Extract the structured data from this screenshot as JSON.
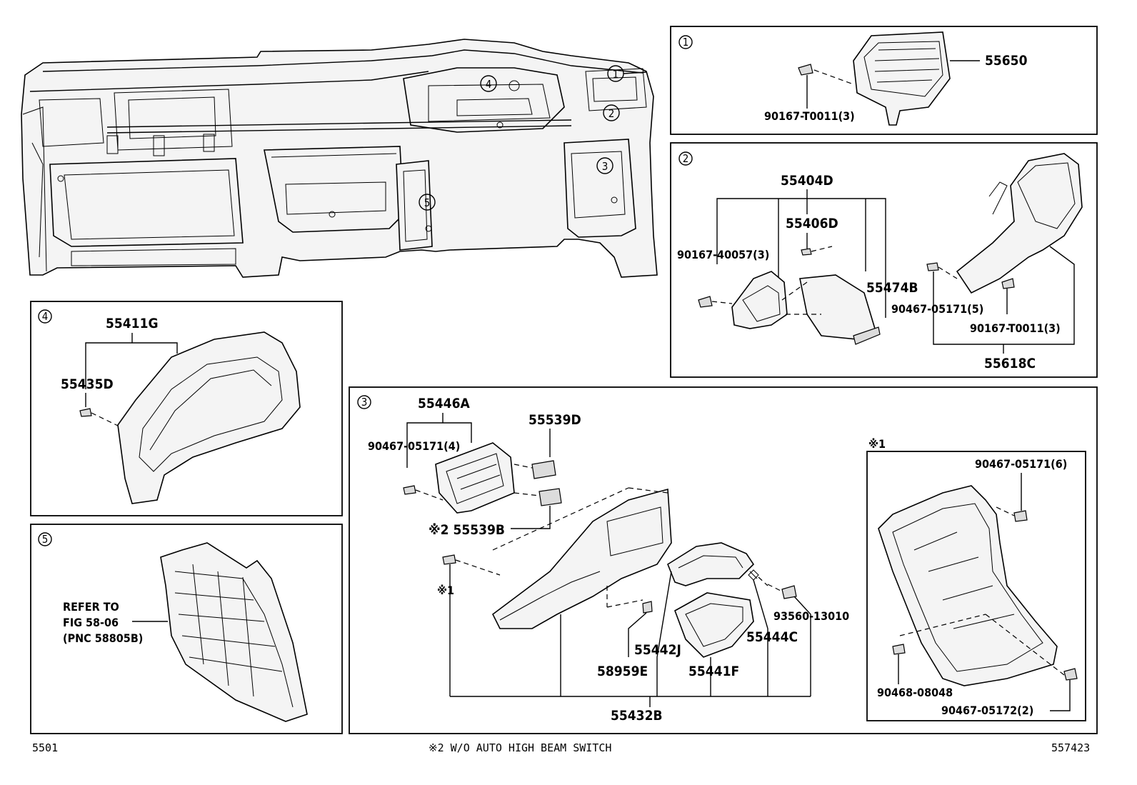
{
  "footer": {
    "left_code": "5501",
    "note": "※2 W/O AUTO HIGH BEAM SWITCH",
    "right_code": "557423"
  },
  "main_assembly": {
    "callouts": [
      "①",
      "②",
      "③",
      "④",
      "⑤"
    ]
  },
  "panels": {
    "p1": {
      "marker": "①",
      "labels": [
        "55650",
        "90167-T0011(3)"
      ]
    },
    "p2": {
      "marker": "②",
      "labels": [
        "55404D",
        "55406D",
        "90167-40057(3)",
        "55474B",
        "90467-05171(5)",
        "90167-T0011(3)",
        "55618C"
      ]
    },
    "p3": {
      "marker": "③",
      "labels": [
        "55446A",
        "55539D",
        "90467-05171(4)",
        "※2 55539B",
        "※1",
        "58959E",
        "55442J",
        "55441F",
        "55444C",
        "93560-13010",
        "55432B"
      ]
    },
    "p3_sub": {
      "marker": "※1",
      "labels": [
        "90467-05171(6)",
        "90468-08048",
        "90467-05172(2)"
      ]
    },
    "p4": {
      "marker": "④",
      "labels": [
        "55411G",
        "55435D"
      ]
    },
    "p5": {
      "marker": "⑤",
      "labels": [
        "REFER TO",
        "FIG 58-06",
        "(PNC 58805B)"
      ]
    }
  }
}
